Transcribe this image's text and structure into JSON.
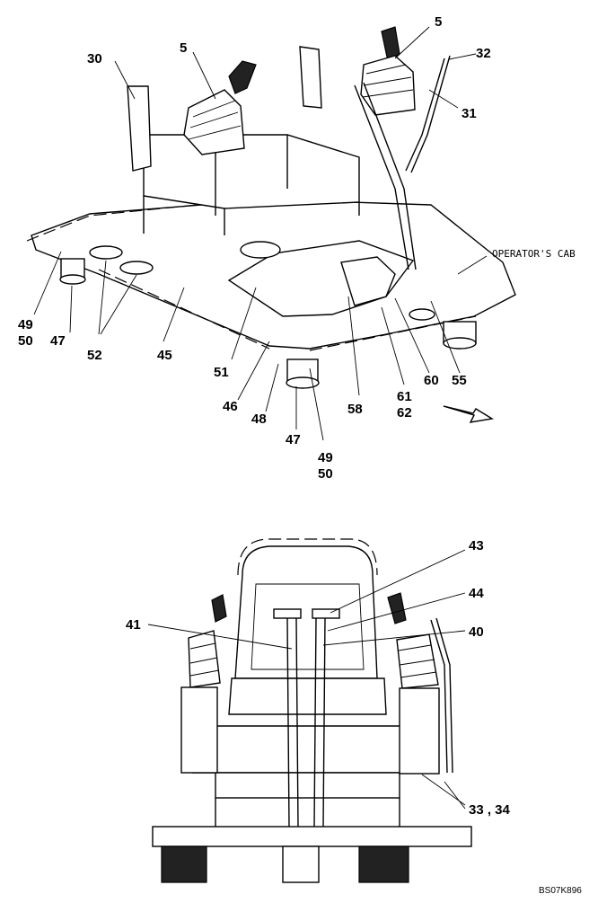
{
  "figure_code": "BS07K896",
  "top_view": {
    "note": "OPERATOR'S CAB",
    "callouts": [
      "5",
      "5",
      "30",
      "32",
      "31",
      "49\n50",
      "47",
      "52",
      "45",
      "51",
      "46",
      "48",
      "47",
      "49\n50",
      "58",
      "61\n62",
      "60",
      "55"
    ]
  },
  "bottom_view": {
    "callouts": [
      "43",
      "44",
      "41",
      "40",
      "33 , 34"
    ]
  }
}
